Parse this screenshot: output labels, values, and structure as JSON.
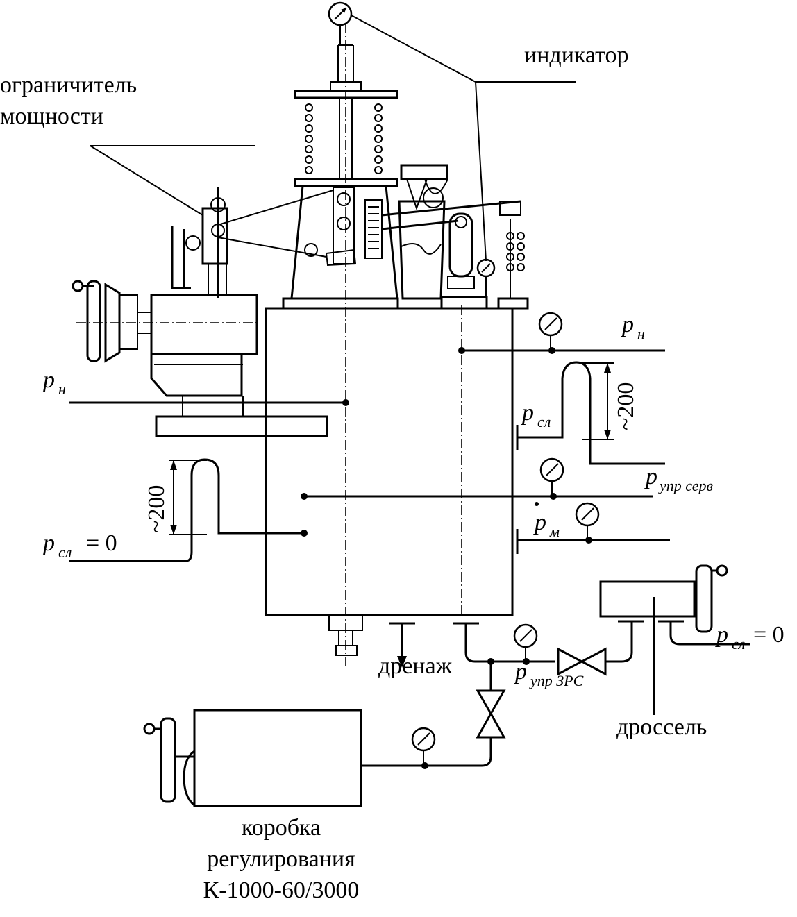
{
  "labels": {
    "indicator": "индикатор",
    "power_limiter_1": "ограничитель",
    "power_limiter_2": "мощности",
    "drain": "дренаж",
    "throttle": "дроссель",
    "control_box_1": "коробка",
    "control_box_2": "регулирования",
    "control_box_3": "К-1000-60/3000"
  },
  "symbols": {
    "p": "p",
    "sub_n": "н",
    "sub_sl": "сл",
    "sub_upr_serv": "упр серв",
    "sub_m": "м",
    "sub_upr_zrs": "упр ЗРС",
    "eq_zero": "= 0",
    "dim_200": "~200"
  }
}
